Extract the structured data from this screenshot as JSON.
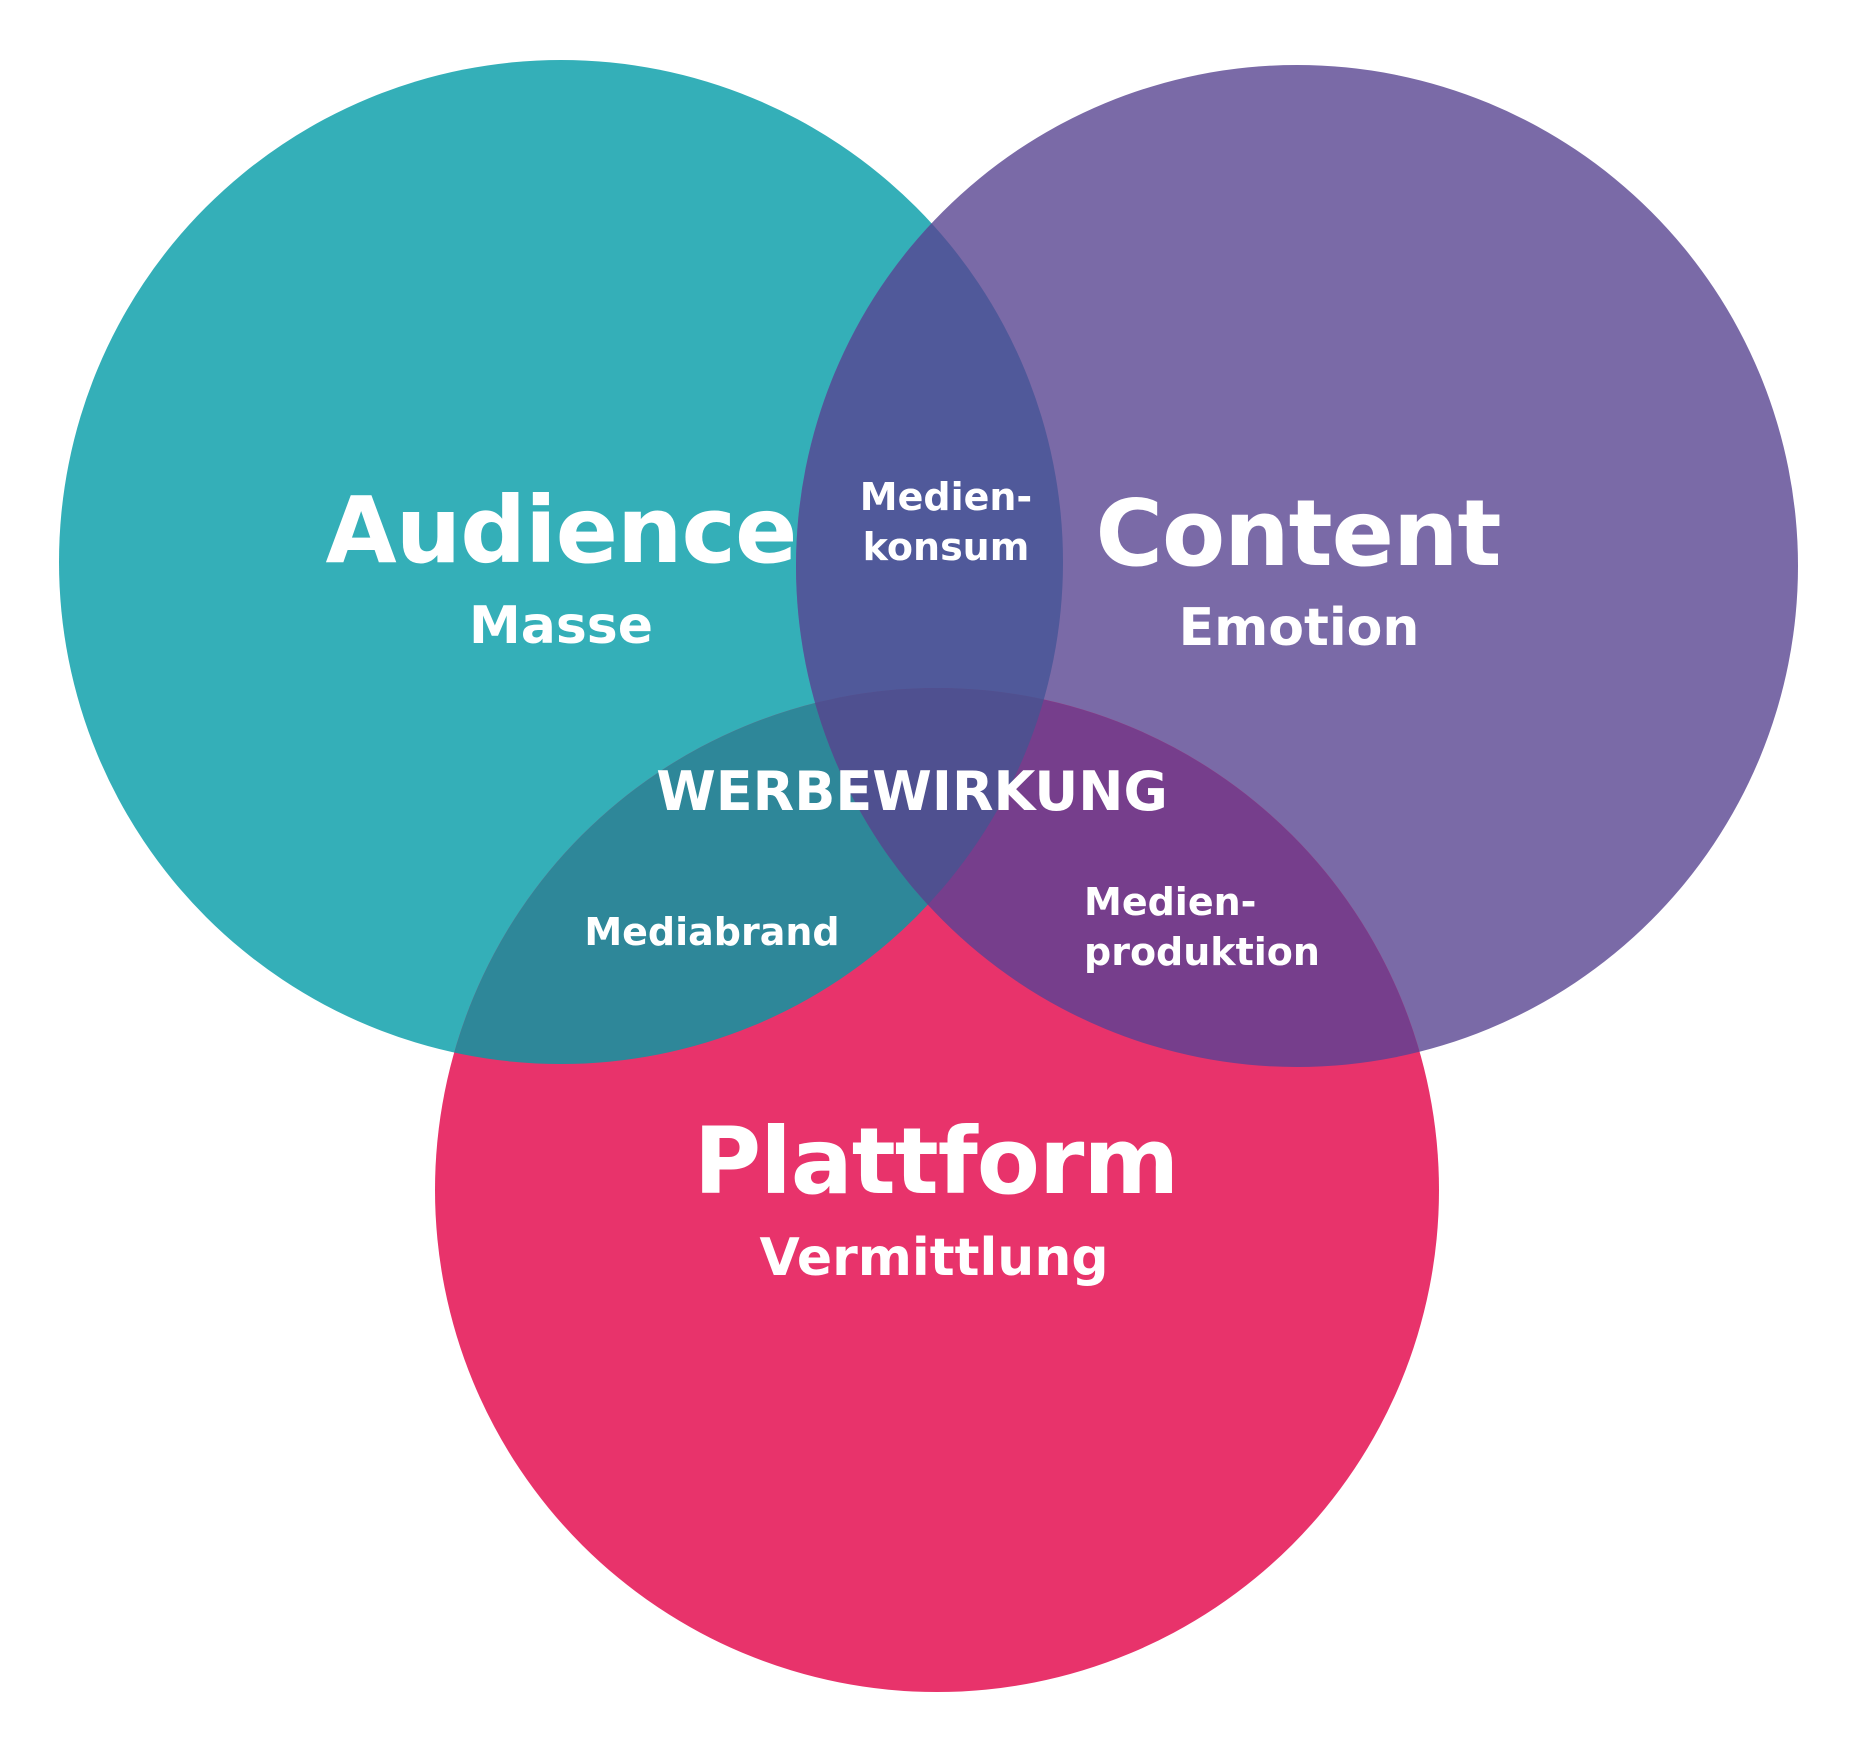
{
  "diagram": {
    "type": "venn",
    "circles": [
      {
        "id": "audience",
        "title": "Audience",
        "subtitle": "Masse",
        "color": "#34AFB8"
      },
      {
        "id": "content",
        "title": "Content",
        "subtitle": "Emotion",
        "color": "#7A6AA7"
      },
      {
        "id": "plattform",
        "title": "Plattform",
        "subtitle": "Vermittlung",
        "color": "#E8336B"
      }
    ],
    "overlaps": {
      "audience_content": {
        "lines": [
          "Medien-",
          "konsum"
        ],
        "color": "#50599A"
      },
      "audience_plattform": {
        "lines": [
          "Mediabrand"
        ],
        "color": "#2E8799"
      },
      "content_plattform": {
        "lines": [
          "Medien-",
          "produktion"
        ],
        "color": "#763E8C"
      },
      "all": {
        "label": "WERBEWIRKUNG",
        "color": "#4F5090"
      }
    },
    "text_color": "#FFFFFF"
  }
}
